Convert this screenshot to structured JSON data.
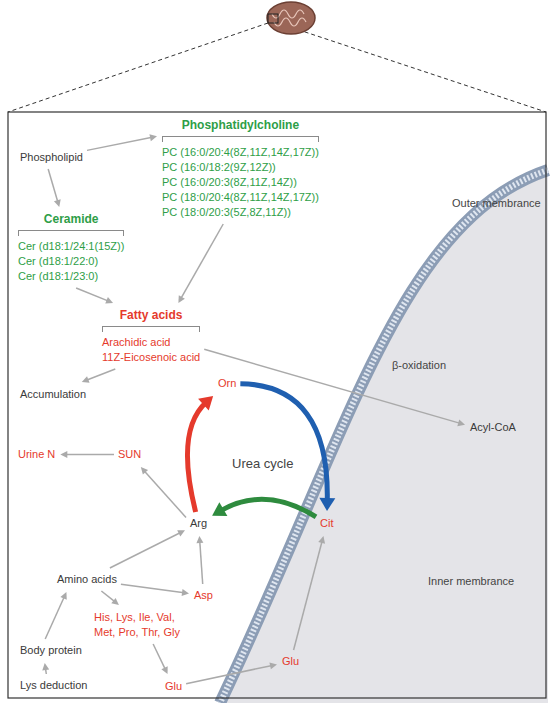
{
  "diagram": {
    "nodes": [
      {
        "text": [
          "Phospholipid"
        ]
      },
      {
        "text": [
          "Phosphatidylcholine",
          "PC (16:0/20:4(8Z,11Z,14Z,17Z))",
          "PC (16:0/18:2(9Z,12Z))",
          "PC (16:0/20:3(8Z,11Z,14Z))",
          "PC (18:0/20:4(8Z,11Z,14Z,17Z))",
          "PC (18:0/20:3(5Z,8Z,11Z))"
        ]
      },
      {
        "text": [
          "Ceramide",
          "Cer (d18:1/24:1(15Z))",
          "Cer (d18:1/22:0)",
          "Cer (d18:1/23:0)"
        ]
      },
      {
        "text": [
          "Fatty acids",
          "Arachidic acid",
          "11Z-Eicosenoic acid"
        ]
      },
      {
        "text": [
          "Accumulation"
        ]
      },
      {
        "text": [
          "Acyl-CoA"
        ]
      },
      {
        "text": [
          "Orn"
        ]
      },
      {
        "text": [
          "Urine N"
        ]
      },
      {
        "text": [
          "SUN"
        ]
      },
      {
        "text": [
          "Arg"
        ]
      },
      {
        "text": [
          "Cit"
        ]
      },
      {
        "text": [
          "Amino acids"
        ]
      },
      {
        "text": [
          "Asp"
        ]
      },
      {
        "text": [
          "His, Lys, Ile, Val, Met, Pro, Thr, Gly"
        ]
      },
      {
        "text": [
          "Glu"
        ]
      },
      {
        "text": [
          "Glu"
        ]
      },
      {
        "text": [
          "Body protein"
        ]
      },
      {
        "text": [
          "Lys deduction"
        ]
      }
    ],
    "edges": [
      {
        "from": 0,
        "to": 1,
        "arrow": "to"
      },
      {
        "from": 0,
        "to": 2,
        "arrow": "to"
      },
      {
        "from": 2,
        "to": 3,
        "arrow": "to"
      },
      {
        "from": 1,
        "to": 3,
        "arrow": "to"
      },
      {
        "from": 3,
        "to": 4,
        "arrow": "to"
      },
      {
        "from": 3,
        "to": 5,
        "label": "β-oxidation",
        "arrow": "to"
      },
      {
        "from": 9,
        "to": 6,
        "arrow": "to"
      },
      {
        "from": 6,
        "to": 10,
        "arrow": "to"
      },
      {
        "from": 10,
        "to": 9,
        "arrow": "to"
      },
      {
        "from": 9,
        "to": 8,
        "arrow": "to"
      },
      {
        "from": 8,
        "to": 7,
        "arrow": "to"
      },
      {
        "from": 11,
        "to": 9,
        "arrow": "to"
      },
      {
        "from": 11,
        "to": 12,
        "arrow": "to"
      },
      {
        "from": 12,
        "to": 9,
        "arrow": "to"
      },
      {
        "from": 11,
        "to": 13,
        "arrow": "to"
      },
      {
        "from": 13,
        "to": 14,
        "arrow": "to"
      },
      {
        "from": 14,
        "to": 15,
        "arrow": "to"
      },
      {
        "from": 15,
        "to": 10,
        "arrow": "to"
      },
      {
        "from": 16,
        "to": 11,
        "arrow": "to"
      },
      {
        "from": 17,
        "to": 16,
        "arrow": "to"
      }
    ],
    "labels": [
      "Outer membrance",
      "Inner membrance",
      "Urea cycle"
    ]
  }
}
